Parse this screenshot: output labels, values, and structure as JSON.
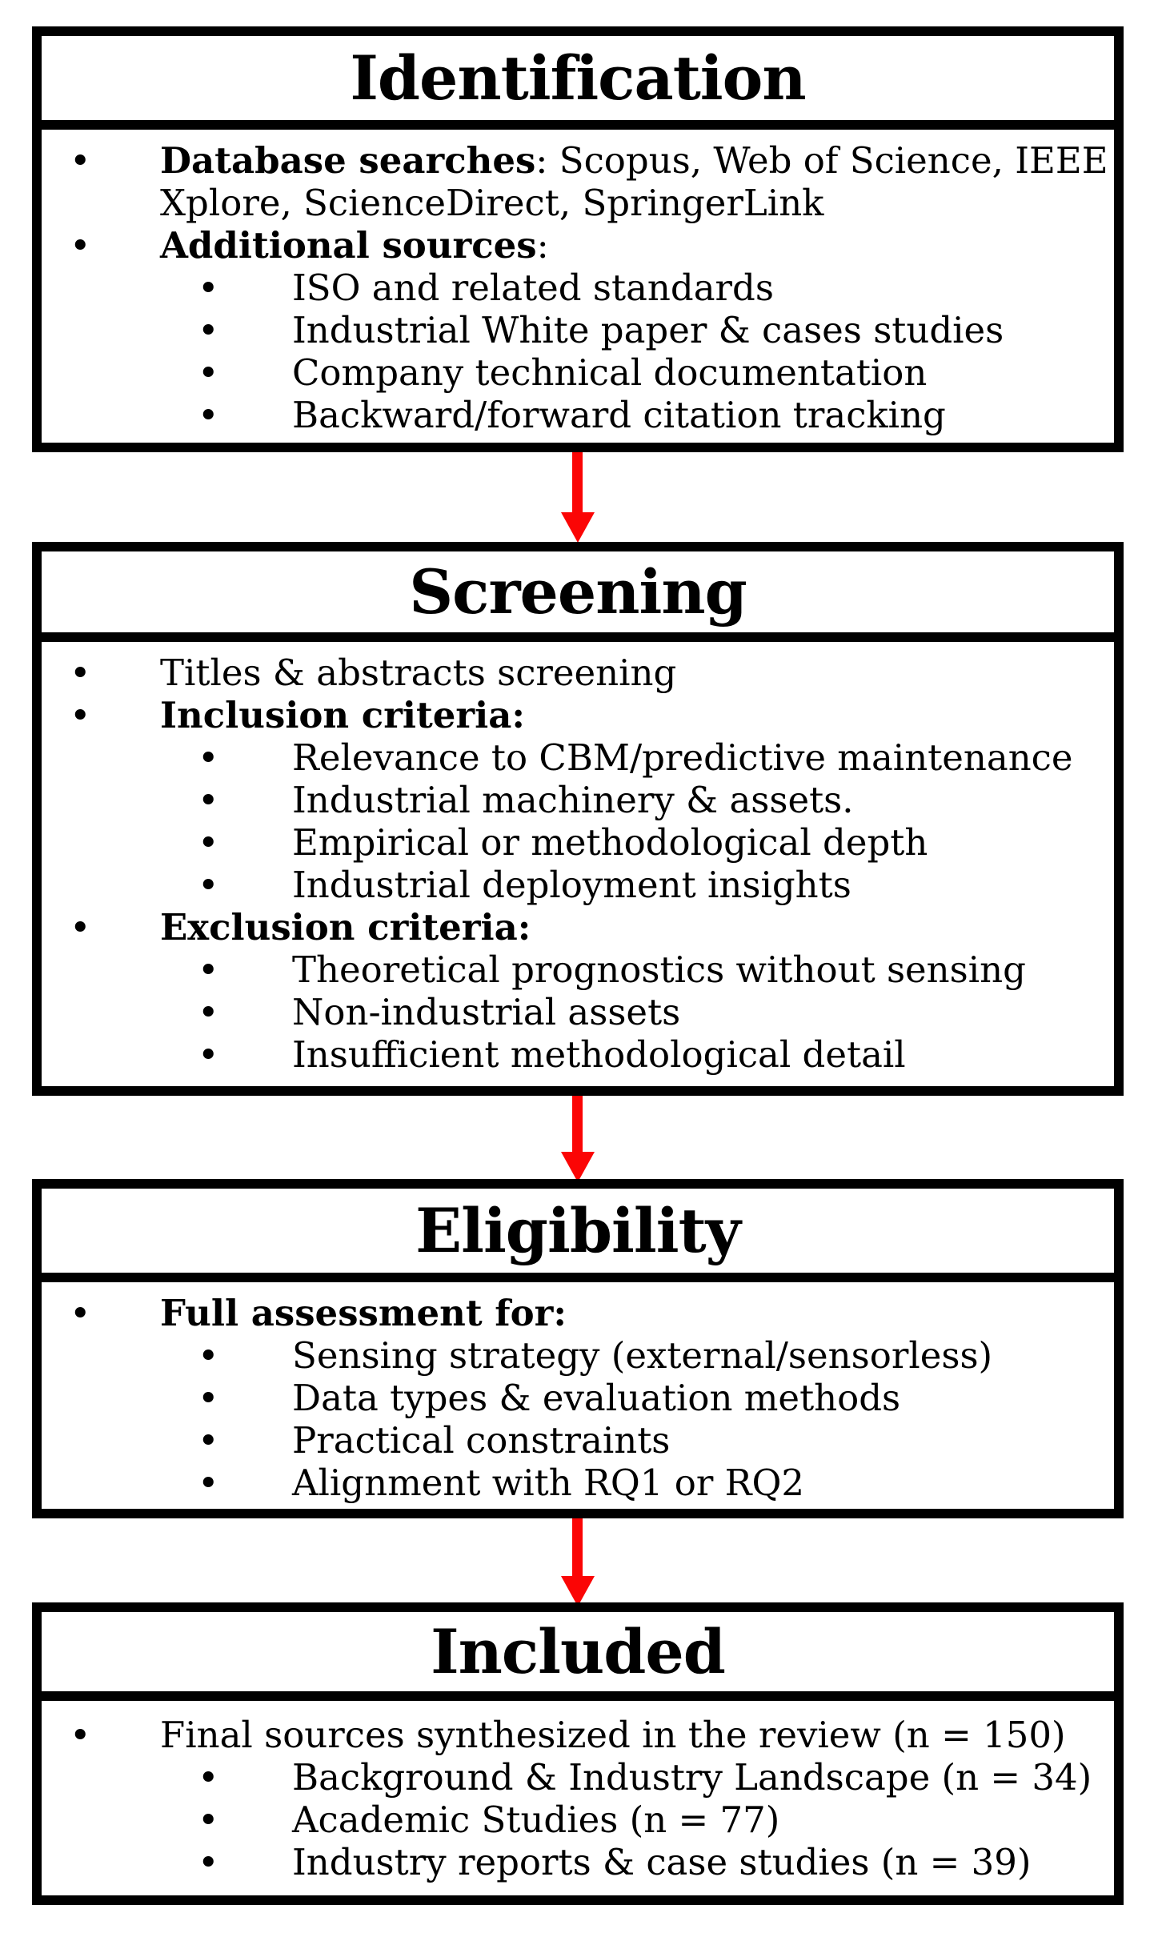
{
  "theme": {
    "arrow_color": "#fb0505",
    "border_color": "#000000",
    "page_background": "#ffffff"
  },
  "diagram": {
    "type": "prisma-flow",
    "boxes": [
      {
        "title": "Identification",
        "lines": [
          {
            "indent": 1,
            "bullet": true,
            "runs": [
              {
                "t": "Database searches",
                "b": true
              },
              {
                "t": ": Scopus, Web of Science, IEEE",
                "b": false
              }
            ]
          },
          {
            "indent": 1,
            "bullet": false,
            "runs": [
              {
                "t": "Xplore, ScienceDirect, SpringerLink",
                "b": false
              }
            ]
          },
          {
            "indent": 1,
            "bullet": true,
            "runs": [
              {
                "t": "Additional sources",
                "b": true
              },
              {
                "t": ":",
                "b": false
              }
            ]
          },
          {
            "indent": 2,
            "bullet": true,
            "runs": [
              {
                "t": "ISO and related standards",
                "b": false
              }
            ]
          },
          {
            "indent": 2,
            "bullet": true,
            "runs": [
              {
                "t": "Industrial White paper & cases studies",
                "b": false
              }
            ]
          },
          {
            "indent": 2,
            "bullet": true,
            "runs": [
              {
                "t": "Company technical documentation",
                "b": false
              }
            ]
          },
          {
            "indent": 2,
            "bullet": true,
            "runs": [
              {
                "t": "Backward/forward citation tracking",
                "b": false
              }
            ]
          }
        ]
      },
      {
        "title": "Screening",
        "lines": [
          {
            "indent": 1,
            "bullet": true,
            "runs": [
              {
                "t": "Titles & abstracts screening",
                "b": false
              }
            ]
          },
          {
            "indent": 1,
            "bullet": true,
            "runs": [
              {
                "t": "Inclusion criteria:",
                "b": true
              }
            ]
          },
          {
            "indent": 2,
            "bullet": true,
            "runs": [
              {
                "t": "Relevance to CBM/predictive maintenance",
                "b": false
              }
            ]
          },
          {
            "indent": 2,
            "bullet": true,
            "runs": [
              {
                "t": "Industrial machinery & assets.",
                "b": false
              }
            ]
          },
          {
            "indent": 2,
            "bullet": true,
            "runs": [
              {
                "t": "Empirical or methodological depth",
                "b": false
              }
            ]
          },
          {
            "indent": 2,
            "bullet": true,
            "runs": [
              {
                "t": "Industrial deployment insights",
                "b": false
              }
            ]
          },
          {
            "indent": 1,
            "bullet": true,
            "runs": [
              {
                "t": "Exclusion criteria:",
                "b": true
              }
            ]
          },
          {
            "indent": 2,
            "bullet": true,
            "runs": [
              {
                "t": "Theoretical prognostics without sensing",
                "b": false
              }
            ]
          },
          {
            "indent": 2,
            "bullet": true,
            "runs": [
              {
                "t": "Non-industrial assets",
                "b": false
              }
            ]
          },
          {
            "indent": 2,
            "bullet": true,
            "runs": [
              {
                "t": "Insufficient methodological detail",
                "b": false
              }
            ]
          }
        ]
      },
      {
        "title": "Eligibility",
        "lines": [
          {
            "indent": 1,
            "bullet": true,
            "runs": [
              {
                "t": "Full assessment for:",
                "b": true
              }
            ]
          },
          {
            "indent": 2,
            "bullet": true,
            "runs": [
              {
                "t": "Sensing strategy (external/sensorless)",
                "b": false
              }
            ]
          },
          {
            "indent": 2,
            "bullet": true,
            "runs": [
              {
                "t": "Data types & evaluation methods",
                "b": false
              }
            ]
          },
          {
            "indent": 2,
            "bullet": true,
            "runs": [
              {
                "t": "Practical constraints",
                "b": false
              }
            ]
          },
          {
            "indent": 2,
            "bullet": true,
            "runs": [
              {
                "t": "Alignment with RQ1 or RQ2",
                "b": false
              }
            ]
          }
        ]
      },
      {
        "title": "Included",
        "lines": [
          {
            "indent": 1,
            "bullet": true,
            "runs": [
              {
                "t": "Final sources synthesized in the review (n = 150)",
                "b": false
              }
            ]
          },
          {
            "indent": 2,
            "bullet": true,
            "runs": [
              {
                "t": "Background & Industry Landscape (n = 34)",
                "b": false
              }
            ]
          },
          {
            "indent": 2,
            "bullet": true,
            "runs": [
              {
                "t": "Academic Studies (n = 77)",
                "b": false
              }
            ]
          },
          {
            "indent": 2,
            "bullet": true,
            "runs": [
              {
                "t": "Industry reports & case studies (n = 39)",
                "b": false
              }
            ]
          }
        ]
      }
    ]
  }
}
